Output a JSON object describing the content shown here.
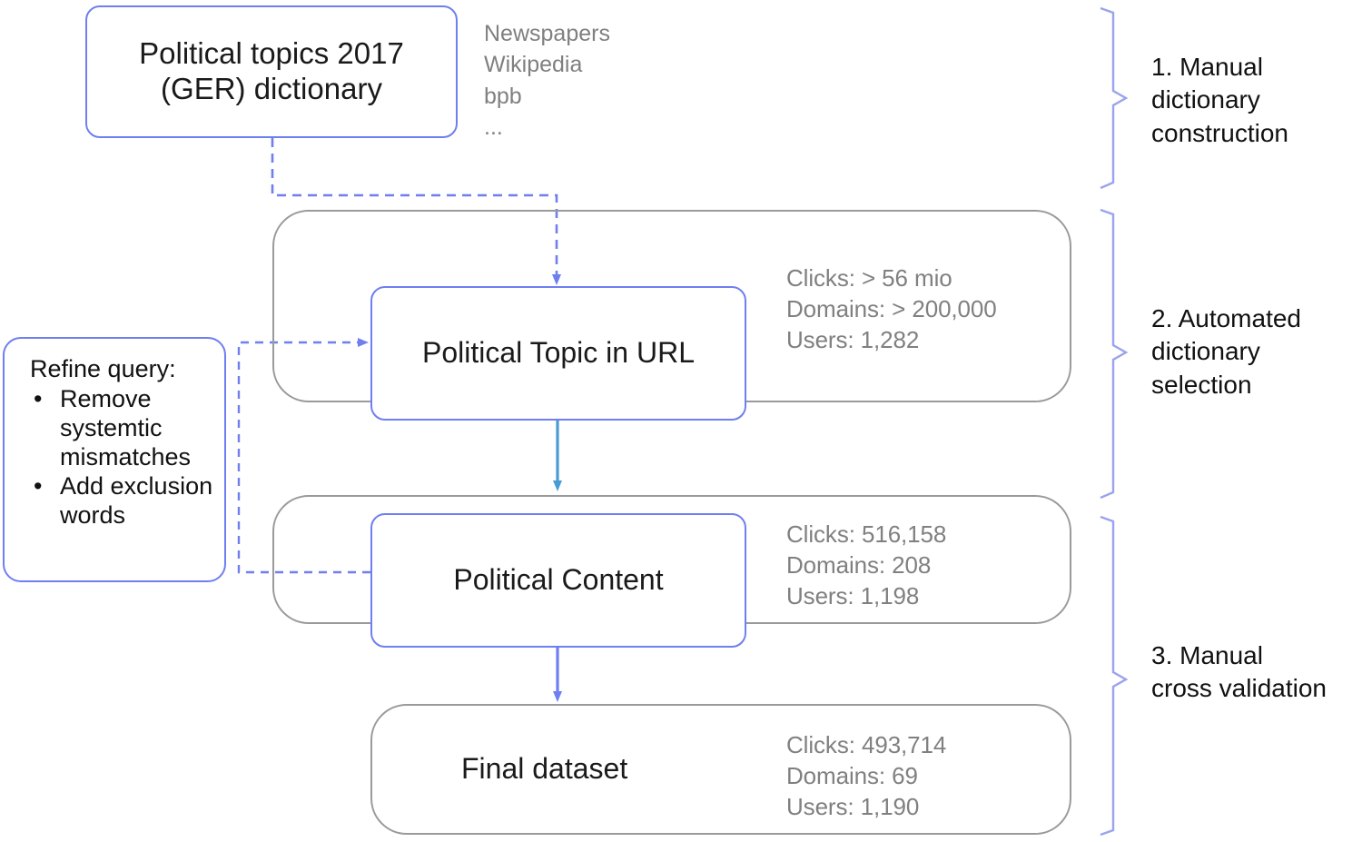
{
  "diagram": {
    "title_nodes": {
      "dictionary": "Political topics 2017\n(GER) dictionary",
      "political_topic_url": "Political Topic in URL",
      "political_content": "Political Content",
      "final_dataset": "Final dataset"
    },
    "sources": "Newspapers\nWikipedia\nbpb\n...",
    "refine": {
      "title": "Refine query:",
      "bullet_glyph": "•",
      "items": [
        "Remove systemtic mismatches",
        "Add exclusion words"
      ]
    },
    "stats": {
      "political_topic_url": "Clicks: > 56 mio\nDomains: > 200,000\nUsers: 1,282",
      "political_content": "Clicks: 516,158\nDomains: 208\nUsers: 1,198",
      "final_dataset": "Clicks: 493,714\nDomains: 69\nUsers: 1,190"
    },
    "phases": [
      "1. Manual\ndictionary\nconstruction",
      "2. Automated\ndictionary\nselection",
      "3. Manual\ncross validation"
    ],
    "colors": {
      "blue_border": "#6f7ff0",
      "gray_border": "#9a9a9a",
      "brace": "#9aa3ee",
      "arrow_blue": "#6f7ff0",
      "arrow_lightblue": "#4a9bd4",
      "stats_text": "#808080",
      "node_text": "#1a1a1a"
    }
  }
}
